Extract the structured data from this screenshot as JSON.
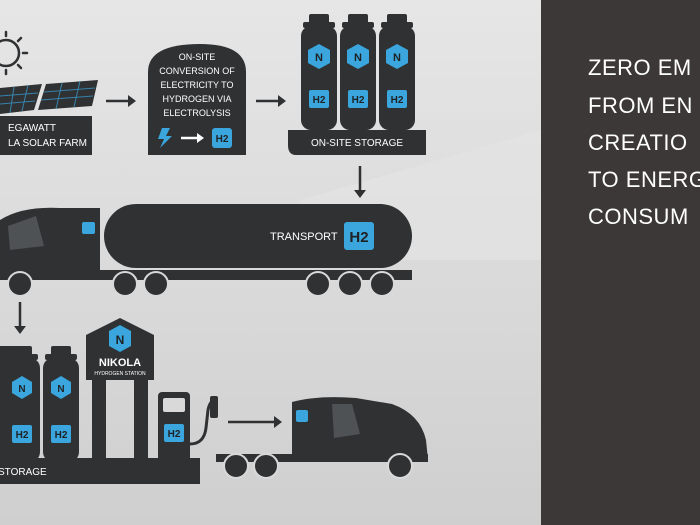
{
  "solar": {
    "label_line1": "EGAWATT",
    "label_line2": "LA SOLAR FARM"
  },
  "conversion": {
    "lines": [
      "ON-SITE",
      "CONVERSION OF",
      "ELECTRICITY TO",
      "HYDROGEN VIA",
      "ELECTROLYSIS"
    ]
  },
  "storage_top": {
    "label": "ON-SITE STORAGE",
    "tank_label": "H2"
  },
  "transport": {
    "label": "TRANSPORT",
    "badge": "H2"
  },
  "station": {
    "brand": "NIKOLA",
    "subtitle": "HYDROGEN STATION",
    "storage_label": "STORAGE",
    "pump_label": "H2"
  },
  "side_panel": {
    "lines": [
      "ZERO EM",
      "FROM EN",
      "CREATIO",
      "TO ENERG",
      "CONSUM"
    ]
  },
  "colors": {
    "dark": "#2f3133",
    "accent_blue": "#3aa6dd",
    "panel": "#3b3837",
    "background": "#d9d9d9"
  }
}
